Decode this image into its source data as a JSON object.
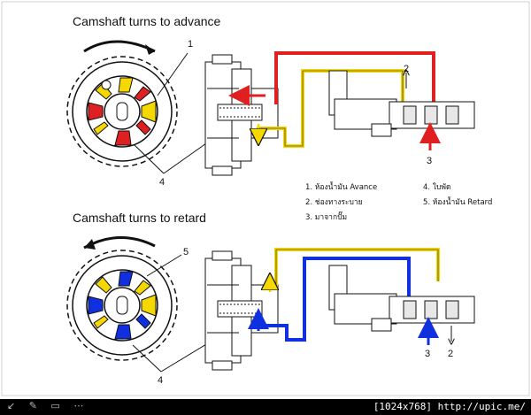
{
  "top_title": "Camshaft turns to advance",
  "bottom_title": "Camshaft turns to retard",
  "callouts_top": {
    "n1": "1",
    "n2": "2",
    "n3": "3",
    "n4": "4"
  },
  "callouts_bottom": {
    "n5": "5",
    "n3": "3",
    "n2": "2",
    "n4": "4"
  },
  "legend": {
    "item1": "1. ห้องน้ำมัน Avance",
    "item2": "2. ช่องทางระบาย",
    "item3": "3. มาจากปั๊ม",
    "item4": "4. ใบพัด",
    "item5": "5. ห้องน้ำมัน Retard"
  },
  "viewer": {
    "info": "[1024x768] http://upic.me/",
    "tools": "↙ ✎ ▭ ⋯"
  },
  "colors": {
    "red": "#e02020",
    "yellow": "#f5d800",
    "blue": "#1030e0",
    "line": "#111111"
  }
}
